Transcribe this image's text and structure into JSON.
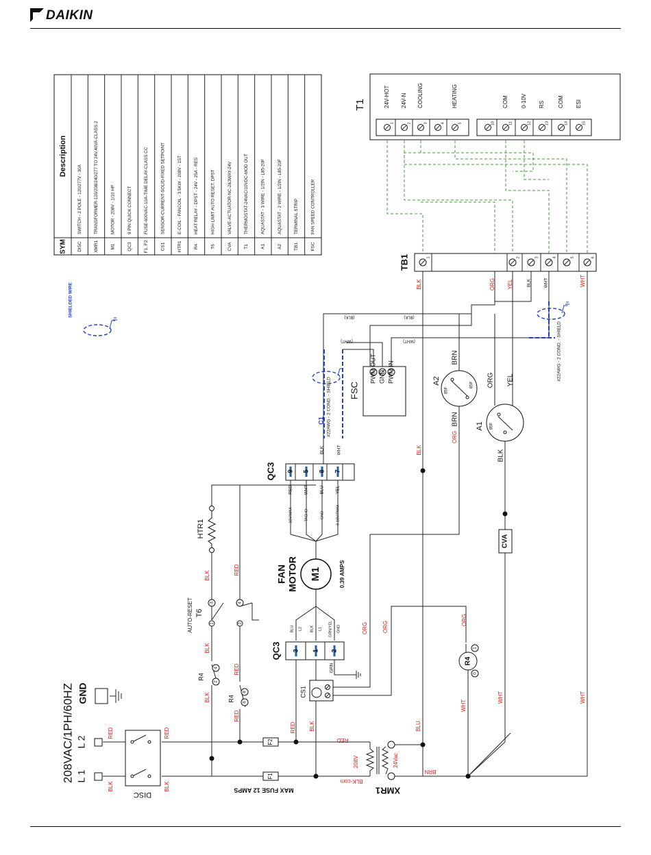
{
  "header": {
    "brand": "DAIKIN"
  },
  "legend_box": {
    "col_sym": "SYM",
    "col_desc": "Description",
    "rows": [
      {
        "sym": "DISC",
        "desc": "SWITCH - 2 POLE - 120/277V - 30A"
      },
      {
        "sym": "XMR1",
        "desc": "TRANSFORMER-120/208/240/277 TO 24V,40VA-CLASS 2"
      },
      {
        "sym": "M1",
        "desc": "MOTOR - 208V - 1/10 HP"
      },
      {
        "sym": "QC3",
        "desc": "9 PIN QUICK CONNECT"
      },
      {
        "sym": "F1, F2",
        "desc": "FUSE-600VAC-10A-TIME DELAY-CLASS CC"
      },
      {
        "sym": "CS1",
        "desc": "SENSOR-CURRENT-SOLID-FIXED SETPOINT"
      },
      {
        "sym": "HTR1",
        "desc": "E-COIL - FANCOIL - 3.5KW - 208V - 1ST"
      },
      {
        "sym": "R4",
        "desc": "HEAT RELAY - DPST - 24V - 25A - RES"
      },
      {
        "sym": "T6",
        "desc": "HIGH LIMIT AUTO RESET, DPST"
      },
      {
        "sym": "CVA",
        "desc": "VALVE-ACTUATOR-NC-2&3WAY-24V"
      },
      {
        "sym": "T1",
        "desc": "THERMOSTAT-24VAC/10VDC-MOD OUT"
      },
      {
        "sym": "A1",
        "desc": "AQUASTAT - 3 WIRE - 1/2IN - L85-20F"
      },
      {
        "sym": "A2",
        "desc": "AQUASTAT - 2 WIRE - 1/2IN - L85-20F"
      },
      {
        "sym": "TB1",
        "desc": "TERMINAL STRIP"
      },
      {
        "sym": "FSC",
        "desc": "FAN SPEED CONTROLLER"
      }
    ]
  },
  "t1": {
    "label": "T1",
    "terminals": [
      {
        "num": "1",
        "name": "24V-HOT"
      },
      {
        "num": "2",
        "name": "24V-N"
      },
      {
        "num": "3",
        "name": "COOLING"
      },
      {
        "num": "4",
        "name": ""
      },
      {
        "num": "5",
        "name": "HEATING"
      },
      {
        "num": "10",
        "name": ""
      },
      {
        "num": "11",
        "name": "COM"
      },
      {
        "num": "12",
        "name": "0-10V"
      },
      {
        "num": "13",
        "name": "RS"
      },
      {
        "num": "14",
        "name": "COM"
      },
      {
        "num": "15",
        "name": "ESI"
      }
    ]
  },
  "tb1": {
    "label": "TB1",
    "terminals": [
      "1",
      "2",
      "3",
      "4",
      "5",
      "6"
    ]
  },
  "tb1_wires": [
    "BLK",
    "ORG",
    "YEL",
    "BLK",
    "WHT",
    "WHT"
  ],
  "shielded_wire_legend": "SHIELDED WIRE",
  "power": {
    "supply": "208VAC/1PH/60HZ",
    "gnd": "GND",
    "l1": "L 1",
    "l2": "L 2",
    "disc": "DISC",
    "max_fuse": "MAX FUSE 12 AMPS",
    "f1": "F1",
    "f2": "F2",
    "xmr1": "XMR1",
    "xmr_primary": "208V",
    "xmr_secondary": "24Vac",
    "blk_com": "BLK-com"
  },
  "fan": {
    "title1": "FAN",
    "title2": "MOTOR",
    "symbol": "M1",
    "amps": "0.39 AMPS"
  },
  "qc3_top": {
    "label": "QC3",
    "pins": [
      {
        "pin": "9",
        "color": "RED",
        "func": "10V/MAX"
      },
      {
        "pin": "5",
        "color": "WHT",
        "func": "TACHO"
      },
      {
        "pin": "8",
        "color": "BLU",
        "func": "GND"
      },
      {
        "pin": "7",
        "color": "YEL",
        "func": "0-10V/PWM"
      }
    ],
    "out_blk": "BLK",
    "out_wht": "WHT"
  },
  "qc3_bottom": {
    "label": "QC3",
    "pins": [
      {
        "pin": "3",
        "wire": "BLU",
        "func": "L2"
      },
      {
        "pin": "1",
        "wire": "BLK",
        "func": "L1"
      },
      {
        "pin": "2",
        "wire": "GRN/YEL",
        "func": "GND"
      }
    ],
    "grn": "GRN"
  },
  "fsc": {
    "label": "FSC",
    "terms": [
      "PWM OUT",
      "GND",
      "PWM IN"
    ]
  },
  "cable_c1": {
    "label": "C1",
    "spec": "#22AWG - 2 COND. - SHIELD"
  },
  "cable_tb": {
    "spec": "#22AWG - 2 COND. - SHIELD"
  },
  "htr1": "HTR1",
  "t6": {
    "label": "T6",
    "note": "AUTO-RESET",
    "pins": [
      "1",
      "2",
      "3",
      "4"
    ]
  },
  "r4": {
    "label": "R4",
    "pins": [
      "2",
      "4",
      "6",
      "8",
      "0",
      "1"
    ]
  },
  "cs1": "CS1",
  "cva": "CVA",
  "a1": {
    "label": "A1",
    "temp": "85F",
    "wires": [
      "BLK",
      "ORG",
      "YEL"
    ]
  },
  "a2": {
    "label": "A2",
    "temps": [
      "85F",
      "65F"
    ],
    "wires": [
      "BRN",
      "BRN"
    ]
  },
  "wire_labels": {
    "red": "RED",
    "blk": "BLK",
    "org": "ORG",
    "wht": "WHT",
    "blu": "BLU",
    "brn": "BRN",
    "yel": "YEL",
    "blk_p": "(BLK)",
    "wht_p": "(WHT)",
    "grn": "GRN"
  },
  "colors": {
    "wire_red": "#e0201a",
    "shield_blue": "#1f3fc6",
    "control_green": "#3aa02c"
  }
}
